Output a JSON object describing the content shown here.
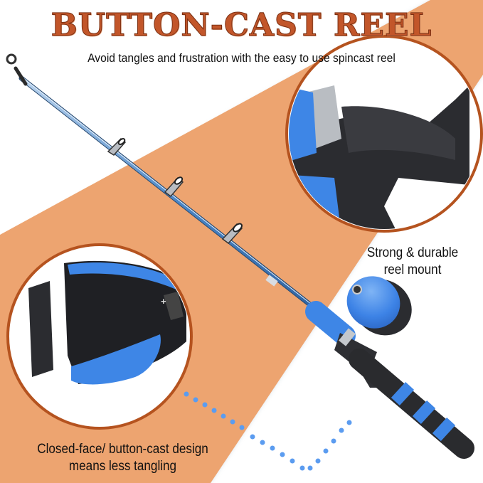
{
  "header": {
    "title": "BUTTON-CAST REEL",
    "subtitle": "Avoid tangles and frustration with the easy to use spincast reel"
  },
  "callouts": [
    {
      "id": "reel-mount",
      "line1": "Strong & durable",
      "line2": "reel mount"
    },
    {
      "id": "button-design",
      "line1": "Closed-face/ button-cast design",
      "line2": "means less tangling"
    }
  ],
  "reel_markings": {
    "plus_sign": "+"
  },
  "colors": {
    "background": "#ffffff",
    "band": "#eda470",
    "title": "#c2562a",
    "circle_border": "#b5531f",
    "rod_blue": "#4d8fd6",
    "reel_blue": "#3f86e8",
    "handle_black": "#2a2b2e",
    "dots": "#5b9cf0"
  }
}
